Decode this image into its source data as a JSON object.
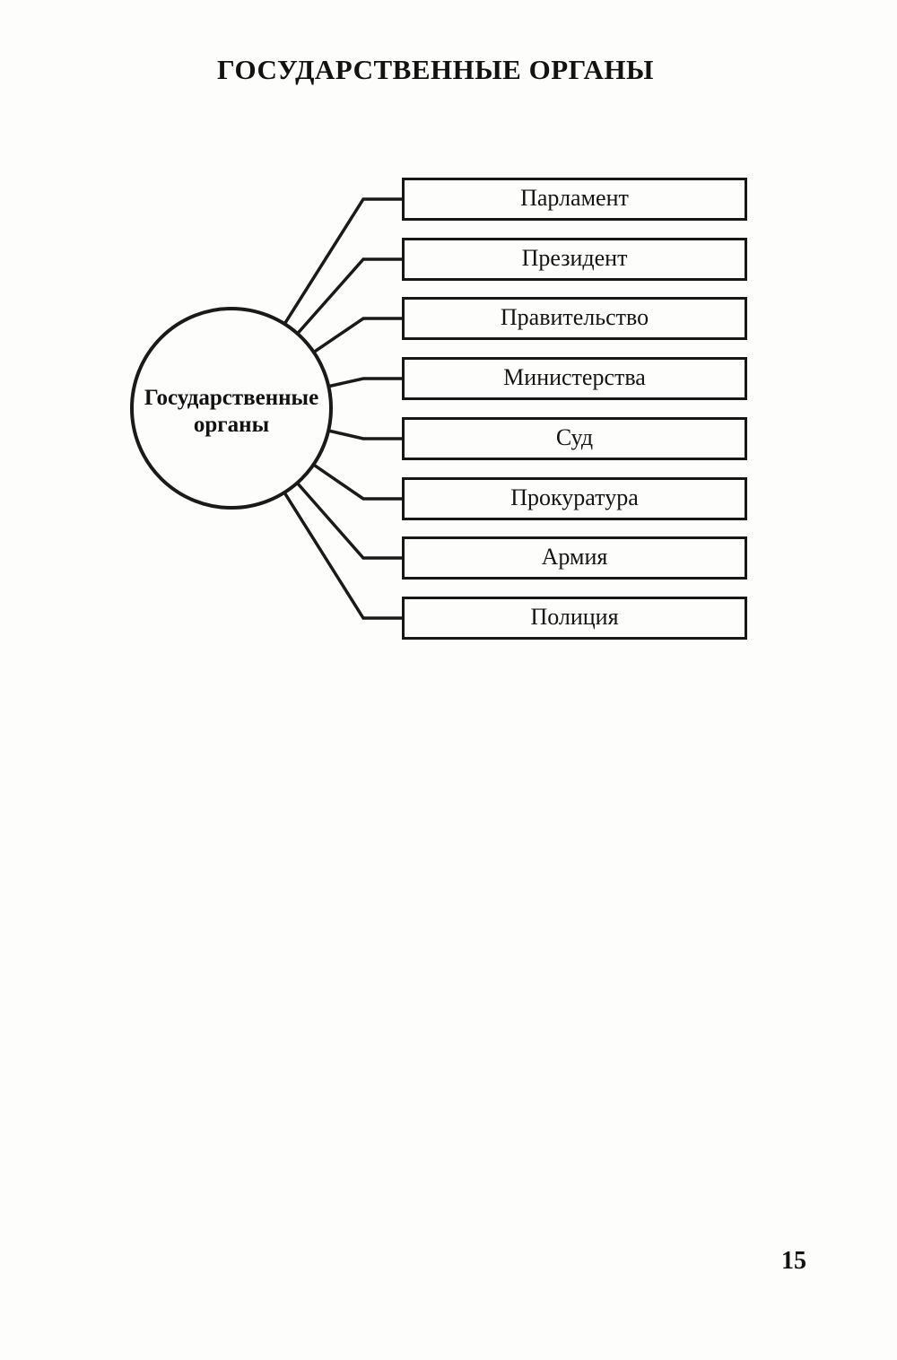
{
  "page": {
    "title": "ГОСУДАРСТВЕННЫЕ ОРГАНЫ",
    "page_number": "15"
  },
  "diagram": {
    "type": "radial-tree",
    "root": {
      "label": "Государственные органы"
    },
    "nodes": [
      {
        "label": "Парламент"
      },
      {
        "label": "Президент"
      },
      {
        "label": "Правительство"
      },
      {
        "label": "Министерства"
      },
      {
        "label": "Суд"
      },
      {
        "label": "Прокуратура"
      },
      {
        "label": "Армия"
      },
      {
        "label": "Полиция"
      }
    ],
    "colors": {
      "stroke": "#1a1a1a",
      "paper": "#fdfdfc"
    }
  }
}
